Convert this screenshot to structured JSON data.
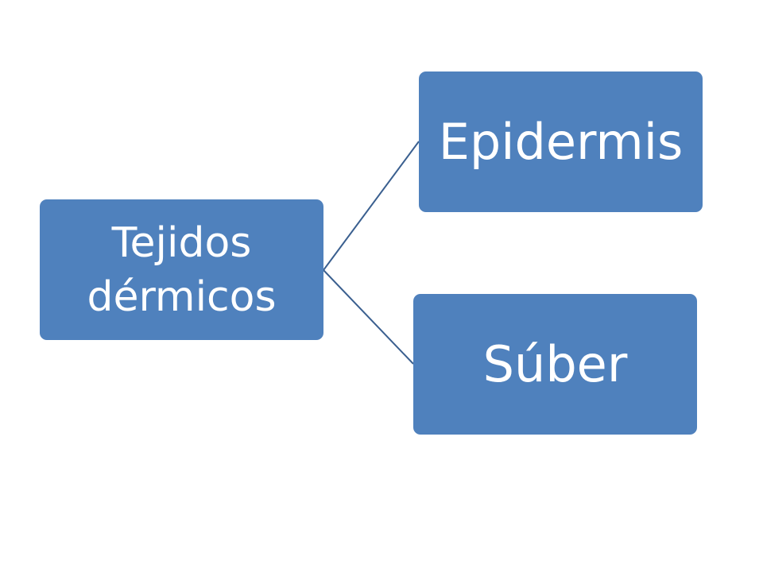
{
  "diagram": {
    "root": {
      "label": "Tejidos dérmicos"
    },
    "children": [
      {
        "label": "Epidermis"
      },
      {
        "label": "Súber"
      }
    ],
    "colors": {
      "node_fill": "#4f81bd",
      "node_text": "#ffffff",
      "connector": "#3a5f8f",
      "background": "#ffffff"
    }
  }
}
